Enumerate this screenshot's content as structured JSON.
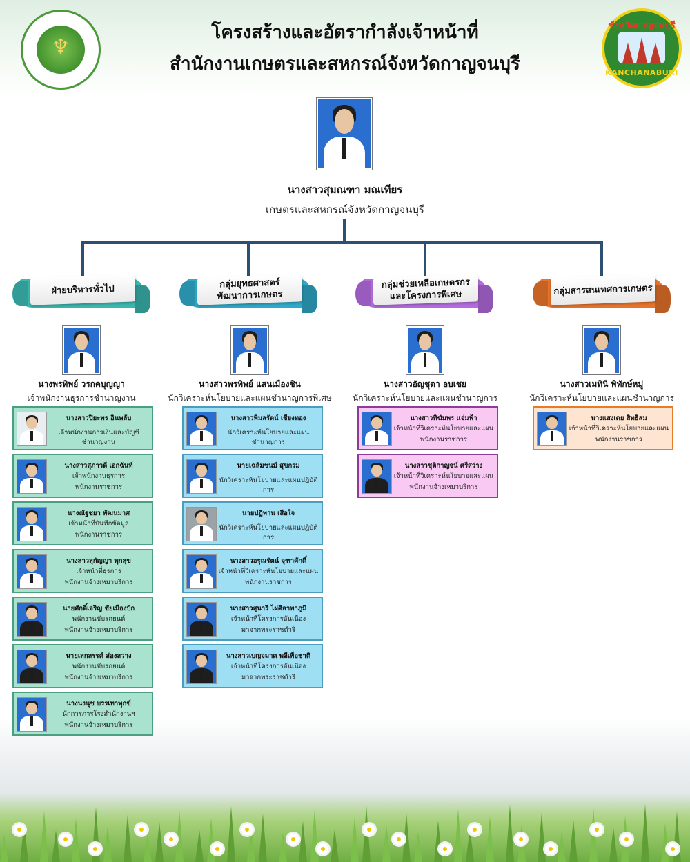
{
  "header": {
    "title_line1": "โครงสร้างและอัตรากำลังเจ้าหน้าที่",
    "title_line2": "สำนักงานเกษตรและสหกรณ์จังหวัดกาญจนบุรี",
    "right_logo_top": "ชังหวัดกาญจนบุรี",
    "right_logo_bottom": "KANCHANABURI"
  },
  "chief": {
    "name": "นางสาวสุมณฑา มณเทียร",
    "title": "เกษตรและสหกรณ์จังหวัดกาญจนบุรี"
  },
  "groups": [
    {
      "label": "ฝ่ายบริหารทั่วไป",
      "color": "#3bb7b0",
      "card_style": "c-green",
      "head": {
        "name": "นางพรทิพย์  วรกคบุญญา",
        "title": "เจ้าพนักงานธุรการชำนาญงาน"
      },
      "members": [
        {
          "name": "นางสาวปิยะพร  อินพลับ",
          "role": "เจ้าพนักงานการเงินและบัญชีชำนาญงาน",
          "status": ""
        },
        {
          "name": "นางสาวสุภาวดี  เอกฉันท์",
          "role": "เจ้าพนักงานธุรการ",
          "status": "พนักงานราชการ"
        },
        {
          "name": "นางณัฐชยา  พัฒนมาศ",
          "role": "เจ้าหน้าที่บันทึกข้อมูล",
          "status": "พนักงานราชการ"
        },
        {
          "name": "นางสาวสุกัญญา  พุกสุข",
          "role": "เจ้าหน้าที่ธุรการ",
          "status": "พนักงานจ้างเหมาบริการ"
        },
        {
          "name": "นายศักดิ์เจริญ  ชัยเมืองปัก",
          "role": "พนักงานขับรถยนต์",
          "status": "พนักงานจ้างเหมาบริการ"
        },
        {
          "name": "นายเสกสรรค์  ส่องสว่าง",
          "role": "พนักงานขับรถยนต์",
          "status": "พนักงานจ้างเหมาบริการ"
        },
        {
          "name": "นางนงนุช  บรรเทาทุกข์",
          "role": "นักการภารโรงสำนักงานฯ",
          "status": "พนักงานจ้างเหมาบริการ"
        }
      ]
    },
    {
      "label": "กลุ่มยุทธศาสตร์\nพัฒนาการเกษตร",
      "color": "#2fa9c9",
      "card_style": "c-blue",
      "head": {
        "name": "นางสาวพรทิพย์  แสนเมืองชิน",
        "title": "นักวิเคราะห์นโยบายและแผนชำนาญการพิเศษ"
      },
      "members": [
        {
          "name": "นางสาวพิมลรัตน์  เชียงทอง",
          "role": "นักวิเคราะห์นโยบายและแผนชำนาญการ",
          "status": ""
        },
        {
          "name": "นายเฉลิมชนม์  สุขกรม",
          "role": "นักวิเคราะห์นโยบายและแผนปฏิบัติการ",
          "status": ""
        },
        {
          "name": "นายปฏิพาน  เสือใจ",
          "role": "นักวิเคราะห์นโยบายและแผนปฏิบัติการ",
          "status": ""
        },
        {
          "name": "นางสาวอรุณรัตน์  จุฑาศักดิ์",
          "role": "เจ้าหน้าที่วิเคราะห์นโยบายและแผน",
          "status": "พนักงานราชการ"
        },
        {
          "name": "นางสาวสุนารี  ไผ่ศิลาพาภูมิ",
          "role": "เจ้าหน้าที่โครงการอันเนื่อง",
          "status": "มาจากพระราชดำริ"
        },
        {
          "name": "นางสาวเบญจมาศ  พลีเพื่อชาติ",
          "role": "เจ้าหน้าที่โครงการอันเนื่อง",
          "status": "มาจากพระราชดำริ"
        }
      ]
    },
    {
      "label": "กลุ่มช่วยเหลือเกษตรกร\nและโครงการพิเศษ",
      "color": "#b46be0",
      "card_style": "c-pink",
      "head": {
        "name": "นางสาวอัญชุตา  อบเชย",
        "title": "นักวิเคราะห์นโยบายและแผนชำนาญการ"
      },
      "members": [
        {
          "name": "นางสาวทิฆัมพร  แจ่มฟ้า",
          "role": "เจ้าหน้าที่วิเคราะห์นโยบายและแผน",
          "status": "พนักงานราชการ"
        },
        {
          "name": "นางสาวชุติกาญจน์  ศรีสว่าง",
          "role": "เจ้าหน้าที่วิเคราะห์นโยบายและแผน",
          "status": "พนักงานจ้างเหมาบริการ"
        }
      ]
    },
    {
      "label": "กลุ่มสารสนเทศการเกษตร",
      "color": "#e8742c",
      "card_style": "c-orange",
      "head": {
        "name": "นางสาวเมทินี  พิทักษ์หมู่",
        "title": "นักวิเคราะห์นโยบายและแผนชำนาญการ"
      },
      "members": [
        {
          "name": "นางแสงเดย  สิทธิสม",
          "role": "เจ้าหน้าที่วิเคราะห์นโยบายและแผน",
          "status": "พนักงานราชการ"
        }
      ]
    }
  ]
}
